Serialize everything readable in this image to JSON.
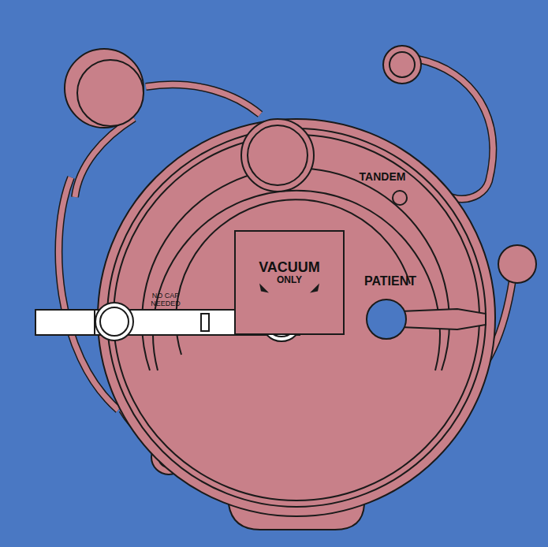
{
  "diagram": {
    "nodes": [
      {
        "text": [
          "VACUUM",
          "ONLY"
        ]
      }
    ],
    "labels": [
      "TANDEM",
      "PATIENT",
      "NO CAP NEEDED"
    ]
  }
}
